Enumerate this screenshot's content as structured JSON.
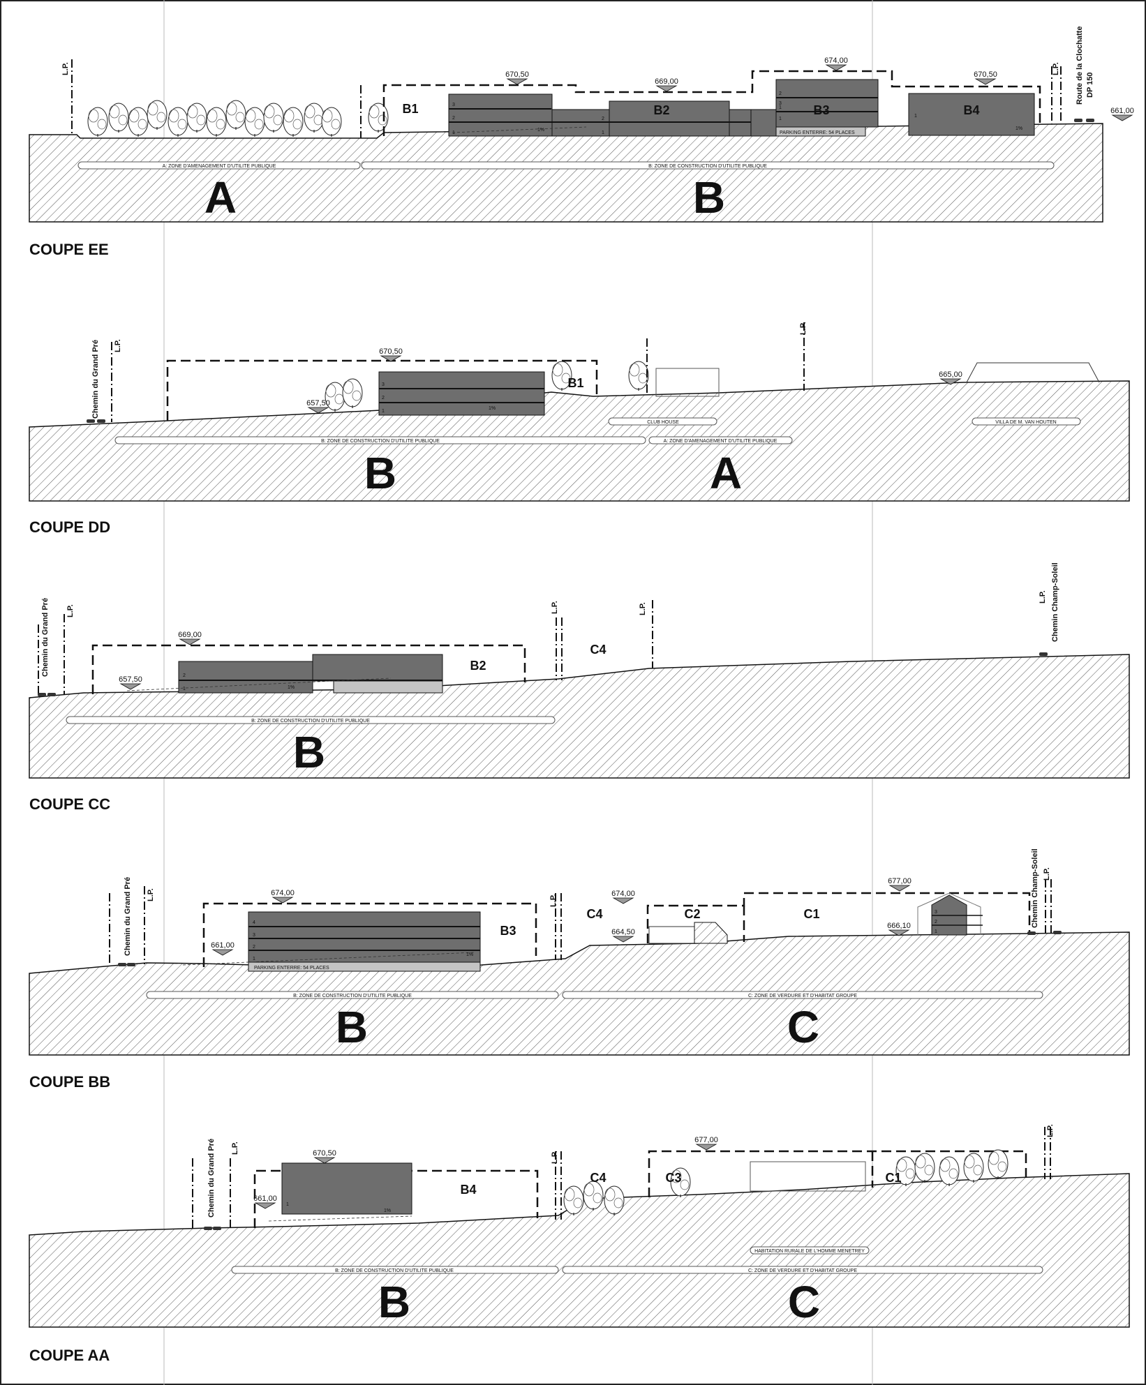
{
  "sections": [
    {
      "id": "ee",
      "title": "COUPE EE",
      "zone_bands": [
        {
          "text": "A: ZONE D'AMENAGEMENT D'UTILITE PUBLIQUE"
        },
        {
          "text": "B: ZONE DE CONSTRUCTION D'UTILITE PUBLIQUE"
        }
      ],
      "zone_letters": [
        "A",
        "B"
      ],
      "building_labels": [
        "B1",
        "B2",
        "B3",
        "B4"
      ],
      "elevations": [
        "670,50",
        "669,00",
        "674,00",
        "670,50",
        "661,00"
      ],
      "floor_marks": [
        "3",
        "2",
        "1",
        "1",
        "2",
        "1",
        "1",
        "2",
        "3",
        "1"
      ],
      "slope_marks": [
        "1%",
        "1%"
      ],
      "notes": [
        "PARKING ENTERRE: 54 PLACES"
      ],
      "vertical_labels": [
        "L.P.",
        "L.P.",
        "Route de la Clochatte",
        "DP 150"
      ]
    },
    {
      "id": "dd",
      "title": "COUPE DD",
      "zone_bands": [
        {
          "text": "B: ZONE DE CONSTRUCTION D'UTILITE PUBLIQUE"
        },
        {
          "text": "A: ZONE D'AMENAGEMENT D'UTILITE PUBLIQUE"
        }
      ],
      "zone_letters": [
        "B",
        "A"
      ],
      "building_labels": [
        "B1"
      ],
      "elevations": [
        "670,50",
        "657,50",
        "665,00"
      ],
      "floor_marks": [
        "3",
        "2",
        "1"
      ],
      "slope_marks": [
        "1%"
      ],
      "notes": [
        "CLUB HOUSE",
        "VILLA DE M. VAN HOUTEN"
      ],
      "vertical_labels": [
        "Chemin du Grand Pré",
        "L.P.",
        "L.P."
      ]
    },
    {
      "id": "cc",
      "title": "COUPE CC",
      "zone_bands": [
        {
          "text": "B: ZONE DE CONSTRUCTION D'UTILITE PUBLIQUE"
        }
      ],
      "zone_letters": [
        "B"
      ],
      "building_labels": [
        "B2",
        "C4"
      ],
      "elevations": [
        "669,00",
        "657,50"
      ],
      "floor_marks": [
        "2",
        "1"
      ],
      "slope_marks": [
        "1%"
      ],
      "notes": [],
      "vertical_labels": [
        "Chemin du Grand Pré",
        "L.P.",
        "L.P.",
        "L.P.",
        "L.P.",
        "Chemin Champ-Soleil"
      ]
    },
    {
      "id": "bb",
      "title": "COUPE BB",
      "zone_bands": [
        {
          "text": "B: ZONE DE CONSTRUCTION D'UTILITE PUBLIQUE"
        },
        {
          "text": "C: ZONE DE VERDURE ET D'HABITAT GROUPE"
        }
      ],
      "zone_letters": [
        "B",
        "C"
      ],
      "building_labels": [
        "B3",
        "C4",
        "C2",
        "C1"
      ],
      "elevations": [
        "674,00",
        "661,00",
        "674,00",
        "664,50",
        "677,00",
        "666,10"
      ],
      "floor_marks": [
        "4",
        "3",
        "2",
        "1",
        "3",
        "2",
        "1"
      ],
      "slope_marks": [
        "1%"
      ],
      "notes": [
        "PARKING ENTERRE: 54 PLACES"
      ],
      "vertical_labels": [
        "Chemin du Grand Pré",
        "L.P.",
        "L.P.",
        "Chemin Champ-Soleil",
        "L.P."
      ]
    },
    {
      "id": "aa",
      "title": "COUPE AA",
      "zone_bands": [
        {
          "text": "B: ZONE DE CONSTRUCTION D'UTILITE PUBLIQUE"
        },
        {
          "text": "C: ZONE DE VERDURE ET D'HABITAT GROUPE"
        }
      ],
      "zone_letters": [
        "B",
        "C"
      ],
      "building_labels": [
        "B4",
        "C4",
        "C3",
        "C1"
      ],
      "elevations": [
        "670,50",
        "661,00",
        "677,00"
      ],
      "floor_marks": [
        "1"
      ],
      "slope_marks": [
        "1%"
      ],
      "notes": [
        "HABITATION RURALE DE L'HOMME MENETREY"
      ],
      "vertical_labels": [
        "Chemin du Grand Pré",
        "L.P.",
        "L.P.",
        "L.P."
      ]
    }
  ],
  "colors": {
    "building_fill": "#6e6e6e",
    "parking_fill": "#c4c4c4",
    "ground_hatch": "#555555",
    "line": "#111111"
  }
}
